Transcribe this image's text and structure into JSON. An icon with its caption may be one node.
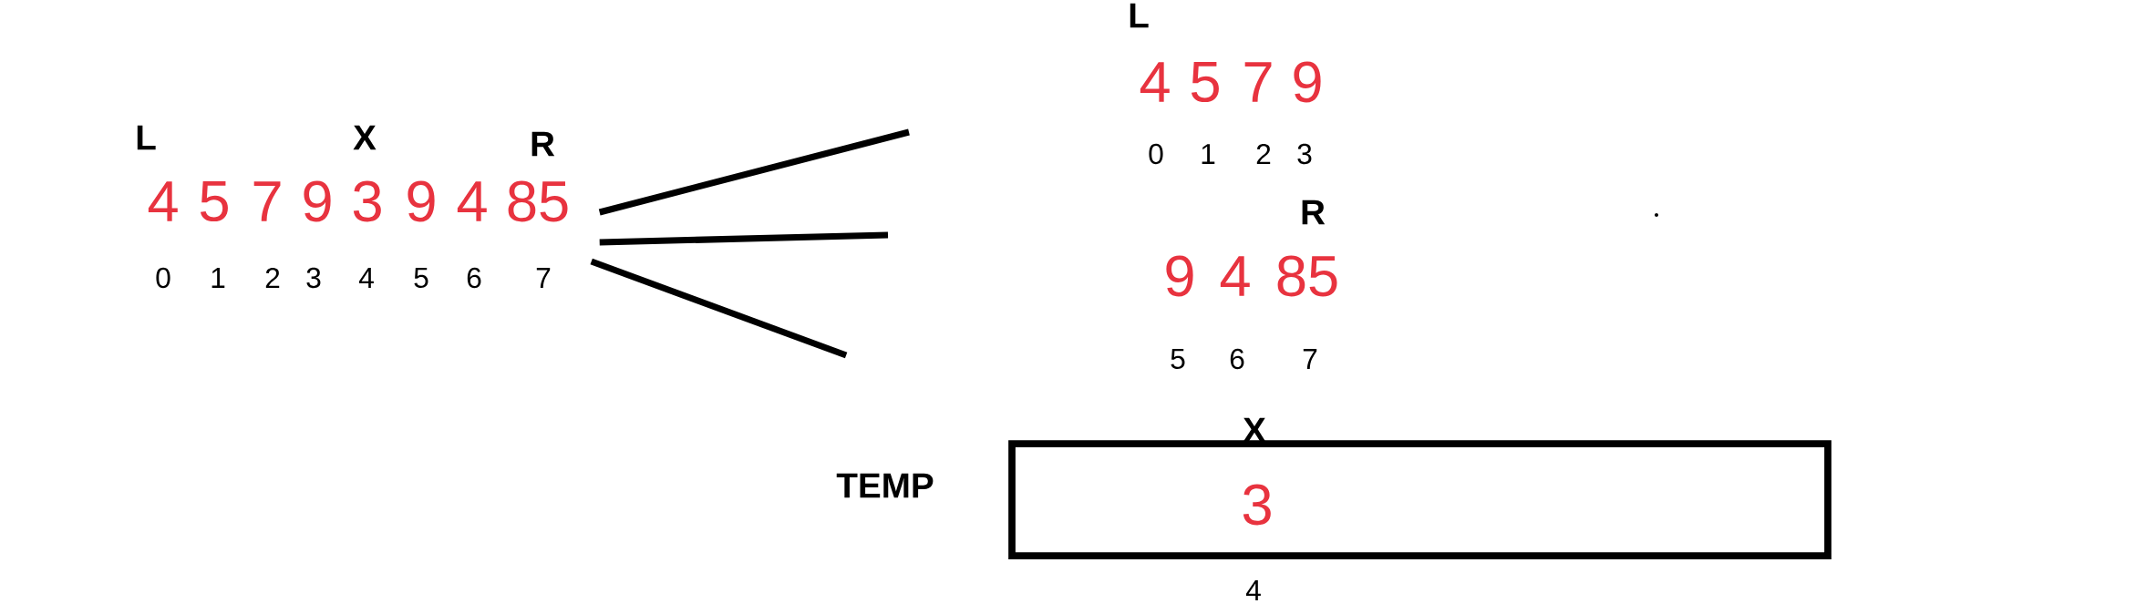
{
  "diagram": {
    "nodes": [
      {
        "text": [
          "L",
          "X",
          "R",
          "4",
          "5",
          "7",
          "9",
          "3",
          "9",
          "4",
          "85",
          "0",
          "1",
          "2",
          "3",
          "4",
          "5",
          "6",
          "7"
        ]
      },
      {
        "text": [
          "L",
          "4",
          "5",
          "7",
          "9",
          "0",
          "1",
          "2",
          "3"
        ]
      },
      {
        "text": [
          "R",
          "9",
          "4",
          "85",
          "5",
          "6",
          "7"
        ]
      },
      {
        "text": [
          "X",
          "3"
        ],
        "beside": [
          "TEMP",
          "4"
        ]
      }
    ],
    "edges": [
      {
        "from": 0,
        "to": null,
        "arrow": "none"
      },
      {
        "from": 0,
        "to": null,
        "arrow": "none"
      },
      {
        "from": 0,
        "to": 3,
        "arrow": "none"
      }
    ]
  }
}
